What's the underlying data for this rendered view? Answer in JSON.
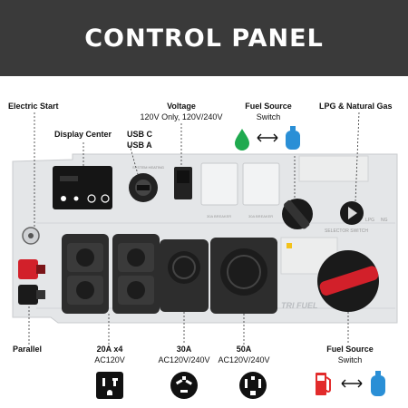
{
  "header": {
    "title": "CONTROL PANEL"
  },
  "callouts": {
    "electric_start": "Electric Start",
    "display_center": "Display Center",
    "usb_c": "USB C",
    "usb_a": "USB A",
    "voltage_title": "Voltage",
    "voltage_sub": "120V Only, 120V/240V",
    "fuel_source_top_title": "Fuel Source",
    "fuel_source_top_sub": "Switch",
    "lpg_ng": "LPG & Natural Gas",
    "parallel": "Parallel",
    "out_20a_title": "20A x4",
    "out_20a_sub": "AC120V",
    "out_30a_title": "30A",
    "out_30a_sub": "AC120V/240V",
    "out_50a_title": "50A",
    "out_50a_sub": "AC120V/240V",
    "fuel_source_bottom_title": "Fuel Source",
    "fuel_source_bottom_sub": "Switch"
  },
  "panel_text": {
    "system_heating": "SYSTEM HEATING",
    "breaker_30a_left": "30A BREAKER",
    "breaker_30a_right": "30A BREAKER",
    "brand": "TRI FUEL",
    "selector_switch": "SELECTOR SWITCH",
    "lpg": "LPG",
    "ng": "NG"
  },
  "colors": {
    "banner": "#3a3a3a",
    "panel": "#e4e6e8",
    "outlet": "#2d2d2d",
    "knob_red": "#d2202a",
    "gas_green": "#1faa4f",
    "propane_blue": "#2a8fd6",
    "fuel_red": "#e22b2b"
  },
  "icons": [
    "gas-drop-icon",
    "propane-tank-icon",
    "double-arrow-icon",
    "outlet-20a-icon",
    "outlet-30a-icon",
    "outlet-50a-icon",
    "fuel-pump-icon"
  ]
}
